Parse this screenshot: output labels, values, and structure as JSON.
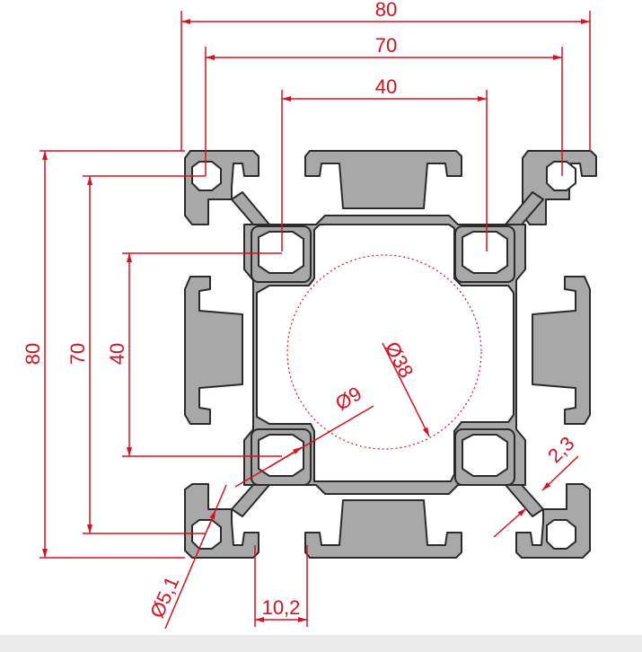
{
  "colors": {
    "dimension": "#d8101f",
    "profile_fill": "#a8a8a8",
    "profile_stroke": "#2a2a2a",
    "background": "#ffffff"
  },
  "dimensions": {
    "top_outer_width": "80",
    "top_slot_pitch": "70",
    "top_inner_pitch": "40",
    "left_outer_height": "80",
    "left_slot_pitch": "70",
    "left_inner_pitch": "40",
    "center_bore": "Ø38",
    "inner_hole": "Ø9",
    "corner_hole": "Ø5,1",
    "wall_thickness": "2,3",
    "slot_width": "10,2"
  }
}
